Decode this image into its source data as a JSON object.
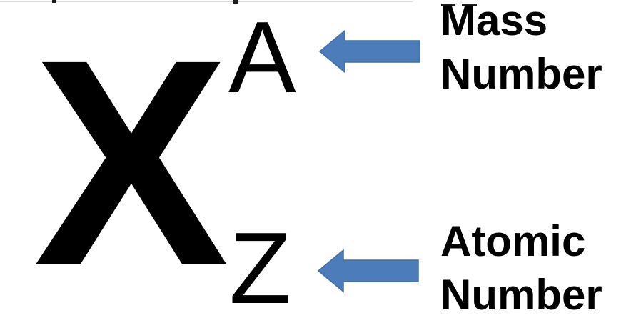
{
  "diagram": {
    "title_implied": "Nuclear (isotope) notation",
    "notation": {
      "symbol": "X",
      "mass_number_symbol": "A",
      "atomic_number_symbol": "Z"
    },
    "labels": {
      "mass": {
        "line1": "Mass",
        "line2": "Number"
      },
      "atomic": {
        "line1": "Atomic",
        "line2": "Number"
      }
    },
    "colors": {
      "arrow_fill": "#4C7DBA",
      "arrow_stroke": "#41719C",
      "text": "#000000",
      "background": "#ffffff"
    }
  }
}
